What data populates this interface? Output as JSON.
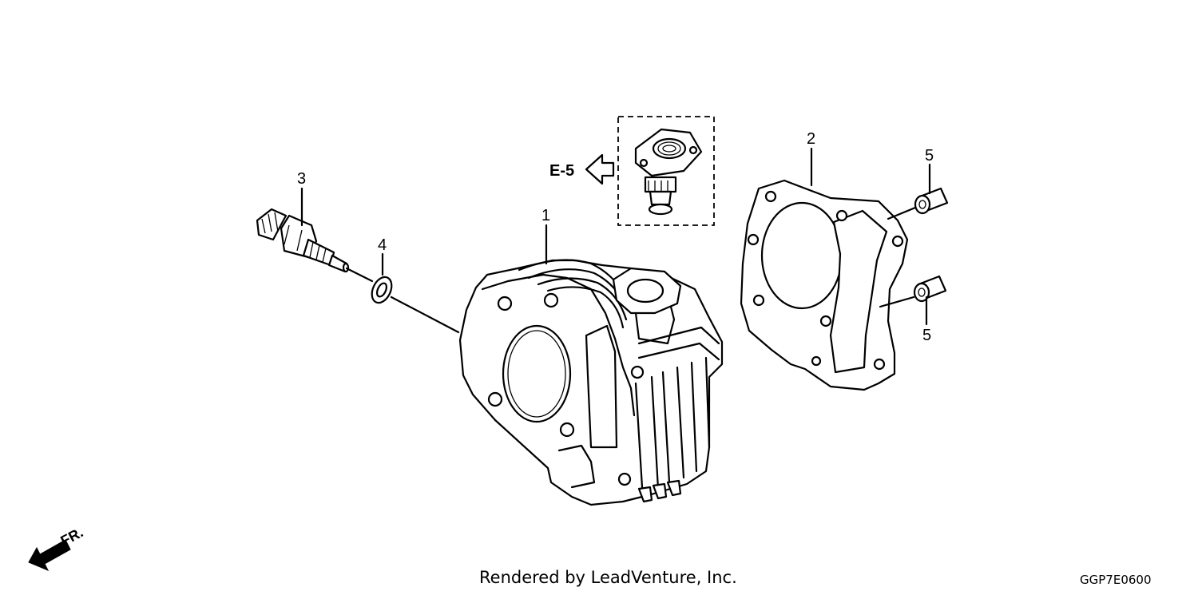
{
  "callouts": {
    "part_1": "1",
    "part_2": "2",
    "part_3": "3",
    "part_4": "4",
    "part_5_top": "5",
    "part_5_bottom": "5"
  },
  "reference": {
    "label": "E-5"
  },
  "direction": {
    "label": "FR."
  },
  "footer": {
    "credit": "Rendered by LeadVenture, Inc.",
    "diagram_code": "GGP7E0600"
  }
}
